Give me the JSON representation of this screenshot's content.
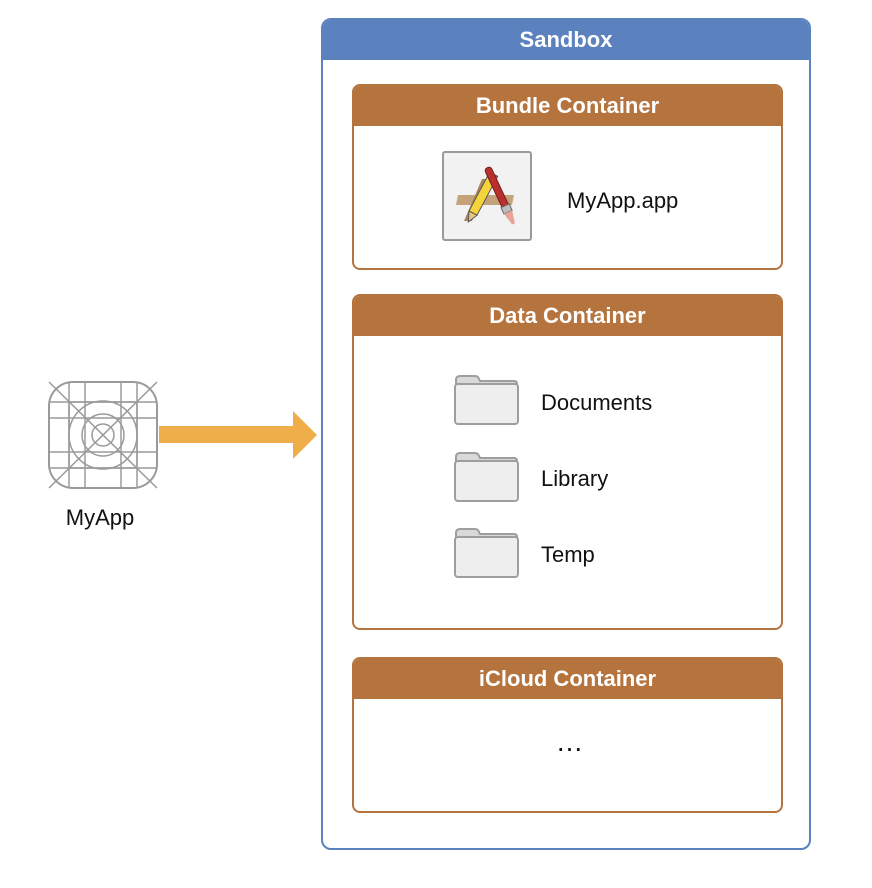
{
  "app": {
    "label": "MyApp"
  },
  "sandbox": {
    "title": "Sandbox"
  },
  "bundle_container": {
    "title": "Bundle Container",
    "app_bundle": "MyApp.app"
  },
  "data_container": {
    "title": "Data Container",
    "folders": [
      "Documents",
      "Library",
      "Temp"
    ]
  },
  "icloud_container": {
    "title": "iCloud Container",
    "placeholder": "..."
  },
  "colors": {
    "sandbox_blue": "#5b82bf",
    "container_brown": "#b5733d",
    "arrow_orange": "#f0ae4b",
    "icon_gray": "#9a9a9a"
  },
  "icons": [
    "app-template-icon",
    "xcode-app-icon",
    "folder-icon"
  ]
}
